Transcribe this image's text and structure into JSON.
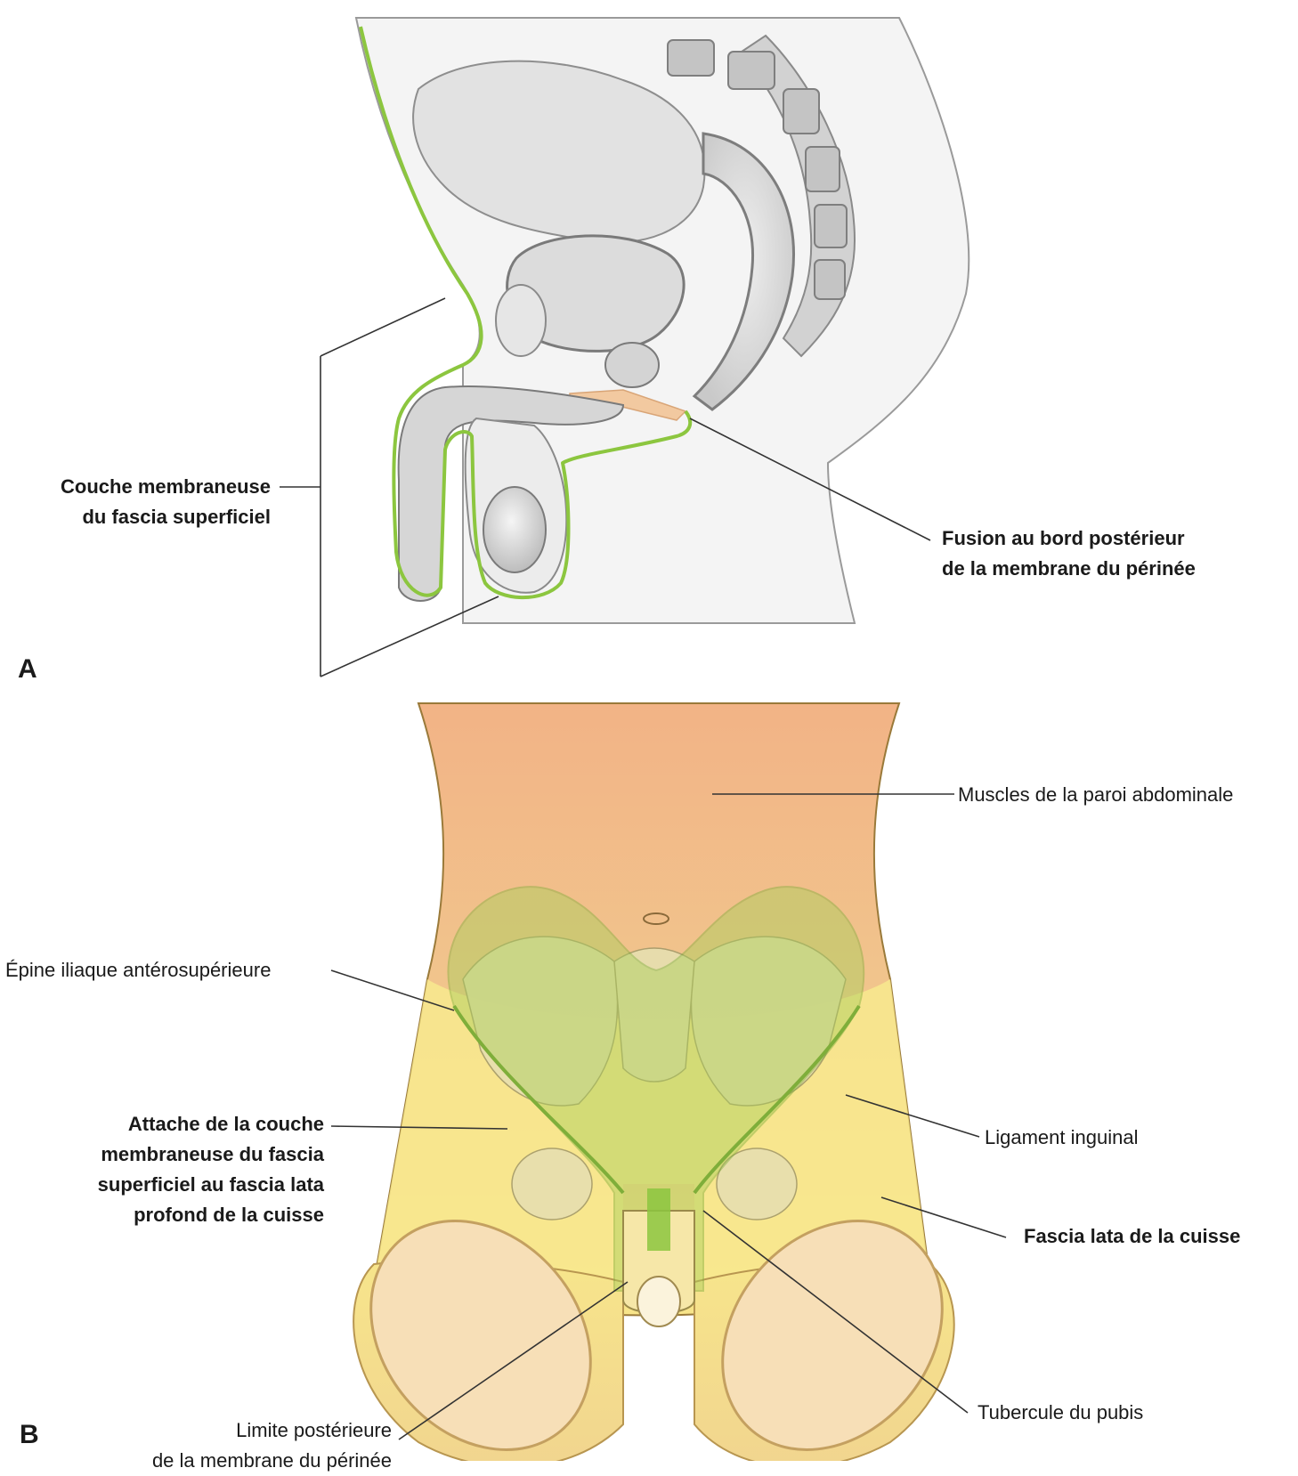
{
  "panels": {
    "a": "A",
    "b": "B"
  },
  "panel_a": {
    "couche_membraneuse": [
      "Couche membraneuse",
      "du fascia superficiel"
    ],
    "fusion": [
      "Fusion au bord postérieur",
      "de la membrane du périnée"
    ]
  },
  "panel_b": {
    "muscles_paroi": "Muscles de la paroi abdominale",
    "epine_iliaque": "Épine iliaque antérosupérieure",
    "attache": [
      "Attache de la couche",
      "membraneuse du fascia",
      "superficiel au fascia lata",
      "profond de la cuisse"
    ],
    "ligament_inguinal": "Ligament inguinal",
    "fascia_lata": "Fascia lata de la cuisse",
    "limite_posterieure": [
      "Limite postérieure",
      "de la membrane du périnée"
    ],
    "tubercule_pubis": "Tubercule du pubis"
  },
  "colors": {
    "fascia_line": "#8cc63f",
    "membrane_perinee": "#f2c9a0",
    "abdomen_wall": "#f3b98a",
    "fascia_lata": "#fbe98a",
    "superficial_fascia_overlay": "#a8cf5a",
    "anatomy_gray": "#d9d9d9",
    "leader_line": "#333333"
  }
}
